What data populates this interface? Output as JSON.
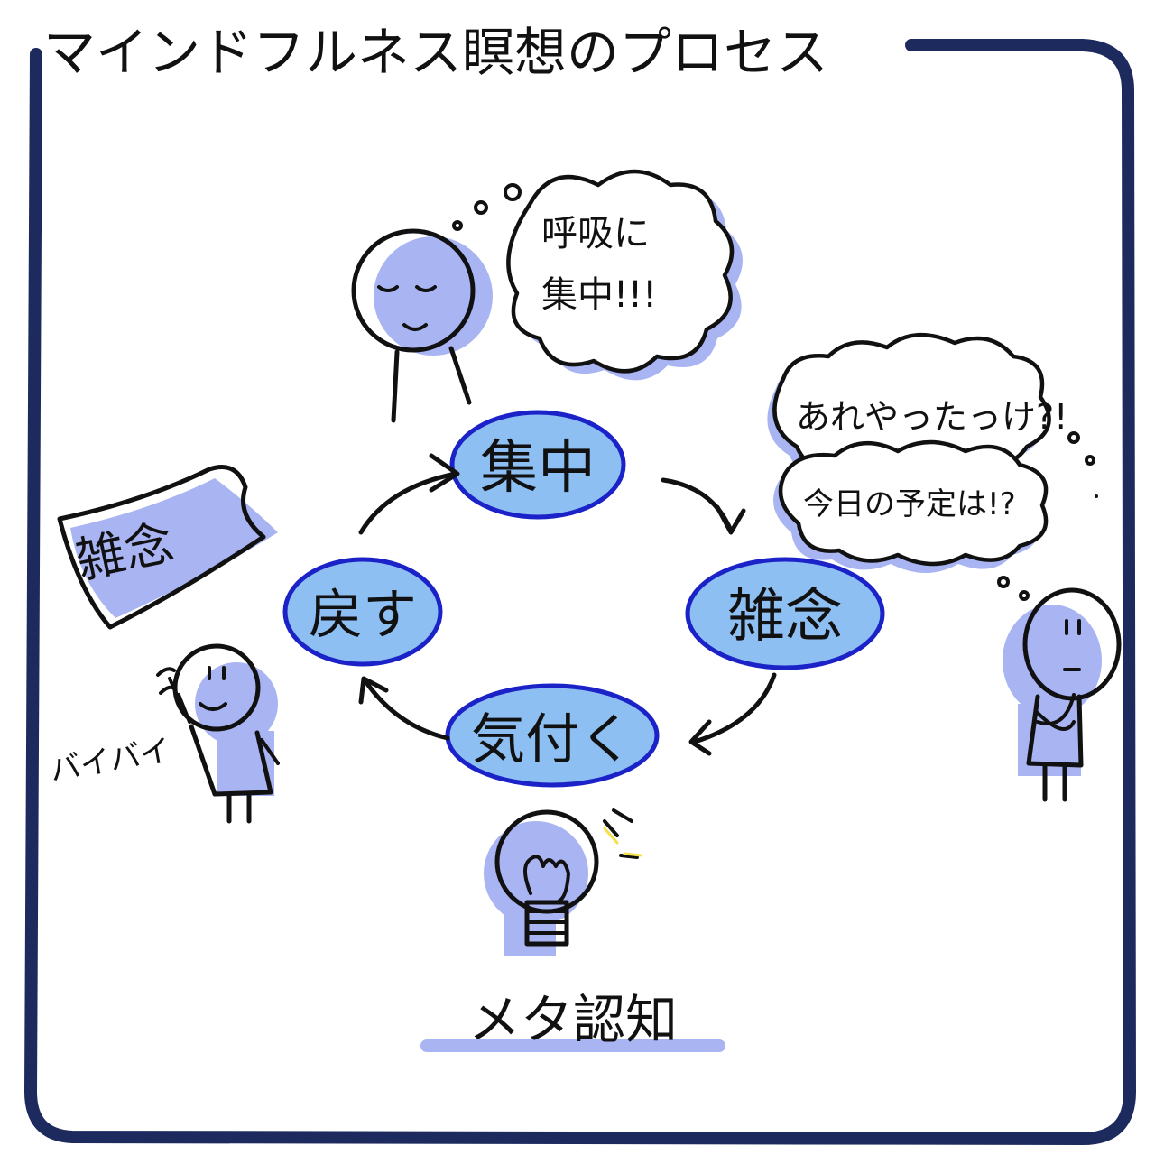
{
  "title": "マインドフルネス瞑想のプロセス",
  "nodes": {
    "focus": "集中",
    "distraction": "雑念",
    "notice": "気付く",
    "return": "戻す"
  },
  "bubbles": {
    "breath_line1": "呼吸に",
    "breath_line2": "集中!!!",
    "thought1": "あれやったっけ?!",
    "thought2": "今日の予定は!?"
  },
  "note": "雑念",
  "bye": "バイバイ",
  "metacognition": "メタ認知",
  "colors": {
    "frame": "#1c2a5e",
    "node_fill": "#8ebff2",
    "node_stroke": "#1a22c8",
    "shadow": "#a9b4f2",
    "bulb": "#f4e04a"
  },
  "icons": [
    "person-meditating-icon",
    "person-thinking-icon",
    "person-waving-icon",
    "lightbulb-icon",
    "paper-note-icon"
  ]
}
